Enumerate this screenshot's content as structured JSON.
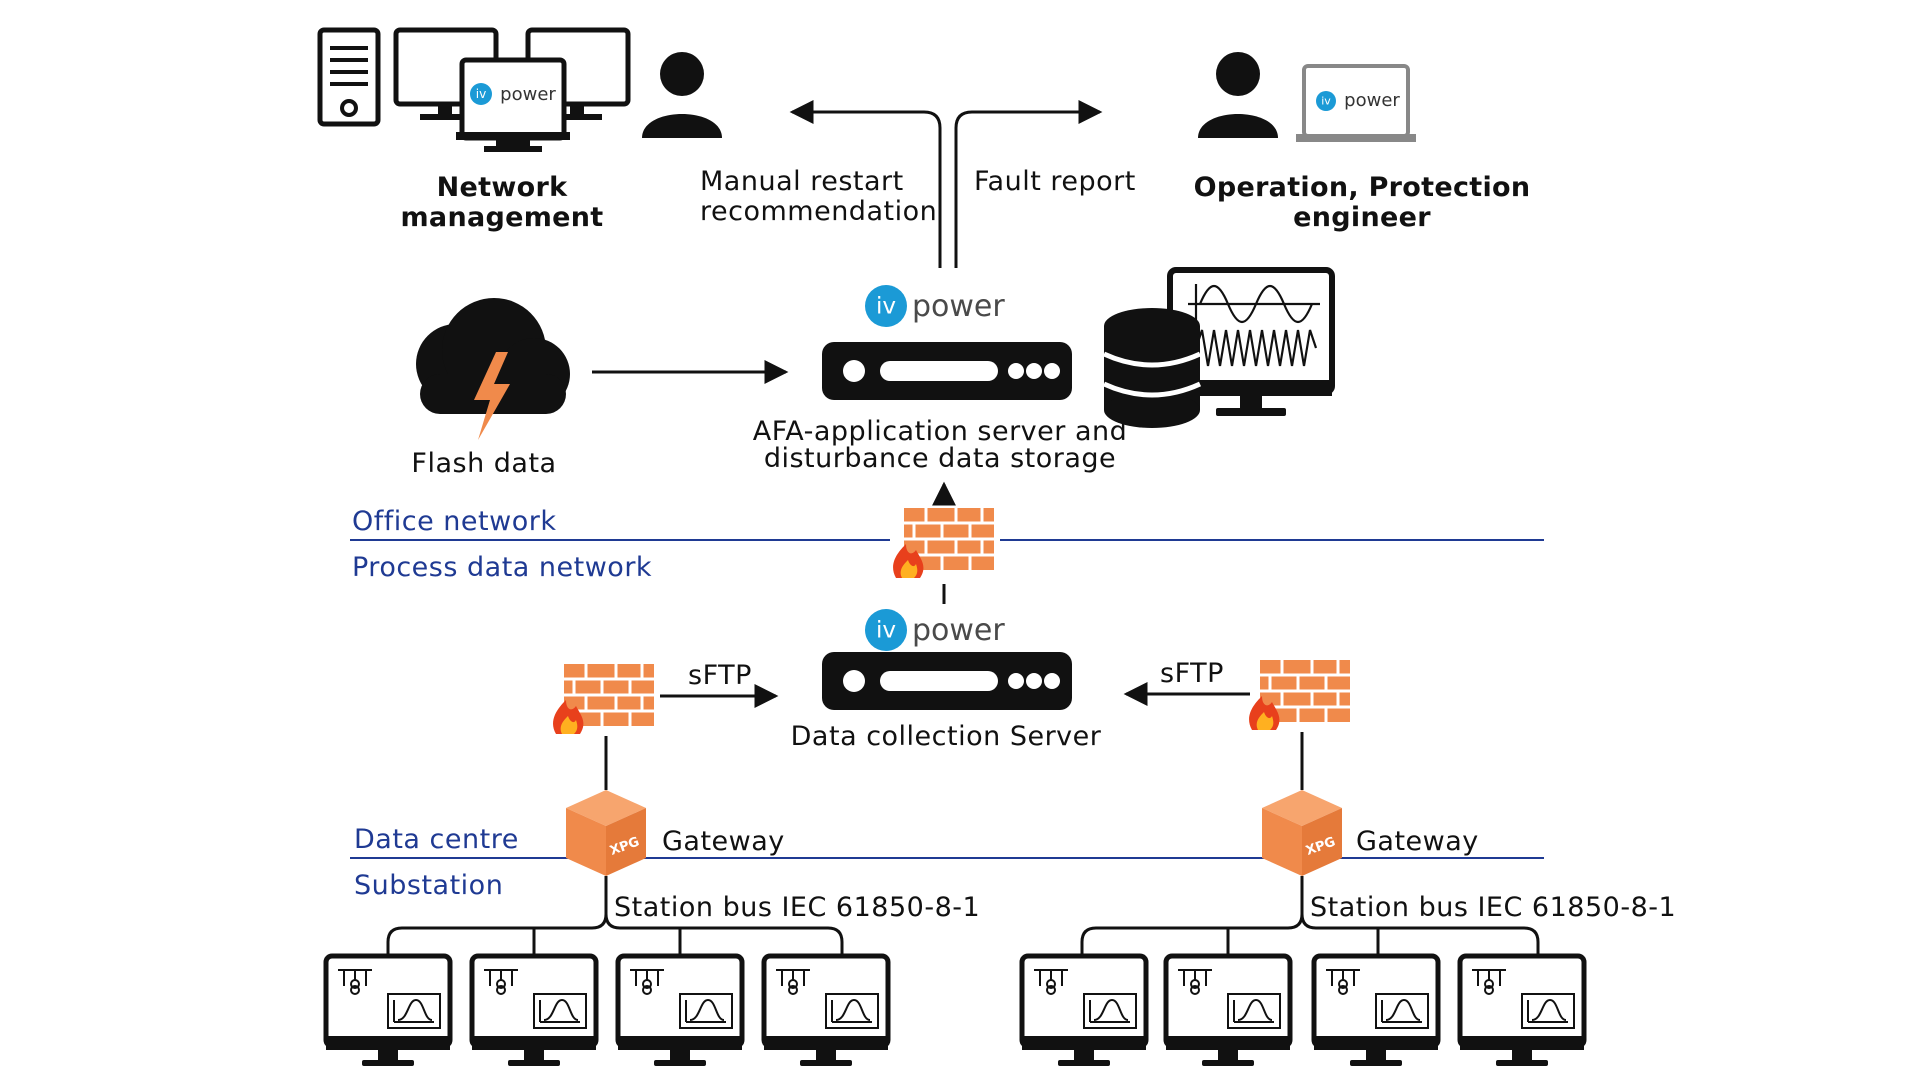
{
  "brand": {
    "logo_circle": "iv",
    "logo_word": "power",
    "color_blue": "#1b9ad6",
    "color_orange": "#f08a4b",
    "color_network": "#1f3a93"
  },
  "top": {
    "network_management_line1": "Network",
    "network_management_line2": "management",
    "operation_line1": "Operation, Protection",
    "operation_line2": "engineer",
    "manual_restart_line1": "Manual restart",
    "manual_restart_line2": "recommendation",
    "fault_report": "Fault report"
  },
  "app_server": {
    "label_line1": "AFA-application server and",
    "label_line2": "disturbance data storage"
  },
  "flash": {
    "label": "Flash data"
  },
  "networks": {
    "office": "Office network",
    "process": "Process data network",
    "data_centre": "Data centre",
    "substation": "Substation"
  },
  "collection": {
    "label": "Data collection Server",
    "sftp_left": "sFTP",
    "sftp_right": "sFTP"
  },
  "gateway": {
    "left_label": "Gateway",
    "right_label": "Gateway",
    "cube_mark": "XPG"
  },
  "station_bus": {
    "left": "Station bus IEC 61850-8-1",
    "right": "Station bus IEC 61850-8-1"
  },
  "icons": [
    "server-tower-icon",
    "desktop-monitor-icon",
    "laptop-icon",
    "person-icon",
    "cloud-lightning-icon",
    "rack-server-icon",
    "database-icon",
    "oscilloscope-monitor-icon",
    "firewall-icon",
    "gateway-cube-icon",
    "ied-monitor-icon"
  ]
}
